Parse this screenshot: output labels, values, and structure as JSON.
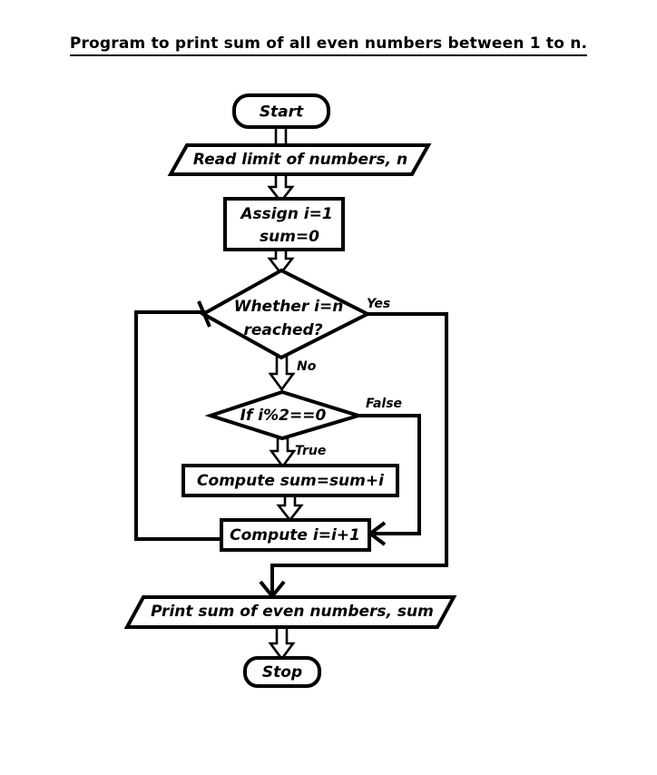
{
  "title": "Program to print sum of all even numbers between 1 to n.",
  "chart_data": {
    "type": "diagram",
    "diagram_kind": "flowchart",
    "title": "Program to print sum of all even numbers between 1 to n.",
    "orientation": "top-to-bottom",
    "background": "#ffffff",
    "line_color": "#000000",
    "nodes": [
      {
        "id": "start",
        "shape": "terminator",
        "label": "Start"
      },
      {
        "id": "read",
        "shape": "parallelogram",
        "label": "Read limit of numbers, n"
      },
      {
        "id": "assign",
        "shape": "process",
        "label_line1": "Assign i=1",
        "label_line2": "sum=0"
      },
      {
        "id": "check_n",
        "shape": "decision",
        "label_line1": "Whether i=n",
        "label_line2": "reached?"
      },
      {
        "id": "check_even",
        "shape": "decision",
        "label": "If i%2==0"
      },
      {
        "id": "add_sum",
        "shape": "process",
        "label": "Compute sum=sum+i"
      },
      {
        "id": "increment",
        "shape": "process",
        "label": "Compute i=i+1"
      },
      {
        "id": "print",
        "shape": "parallelogram",
        "label": "Print sum of even numbers, sum"
      },
      {
        "id": "stop",
        "shape": "terminator",
        "label": "Stop"
      }
    ],
    "edges": [
      {
        "from": "start",
        "to": "read",
        "label": ""
      },
      {
        "from": "read",
        "to": "assign",
        "label": ""
      },
      {
        "from": "assign",
        "to": "check_n",
        "label": ""
      },
      {
        "from": "check_n",
        "to": "print",
        "label": "Yes"
      },
      {
        "from": "check_n",
        "to": "check_even",
        "label": "No"
      },
      {
        "from": "check_even",
        "to": "increment",
        "label": "False"
      },
      {
        "from": "check_even",
        "to": "add_sum",
        "label": "True"
      },
      {
        "from": "add_sum",
        "to": "increment",
        "label": ""
      },
      {
        "from": "increment",
        "to": "check_n",
        "label": ""
      },
      {
        "from": "print",
        "to": "stop",
        "label": ""
      }
    ],
    "edge_labels": [
      "Yes",
      "No",
      "False",
      "True"
    ]
  },
  "nodes": {
    "start": {
      "label": "Start"
    },
    "read": {
      "label": "Read limit of numbers, n"
    },
    "assign_line1": {
      "label": "Assign i=1"
    },
    "assign_line2": {
      "label": "sum=0"
    },
    "check_n_line1": {
      "label": "Whether i=n"
    },
    "check_n_line2": {
      "label": "reached?"
    },
    "check_even": {
      "label": "If i%2==0"
    },
    "add_sum": {
      "label": "Compute sum=sum+i"
    },
    "increment": {
      "label": "Compute i=i+1"
    },
    "print": {
      "label": "Print sum of even numbers, sum"
    },
    "stop": {
      "label": "Stop"
    }
  },
  "labels": {
    "yes": "Yes",
    "no": "No",
    "false": "False",
    "true": "True"
  }
}
